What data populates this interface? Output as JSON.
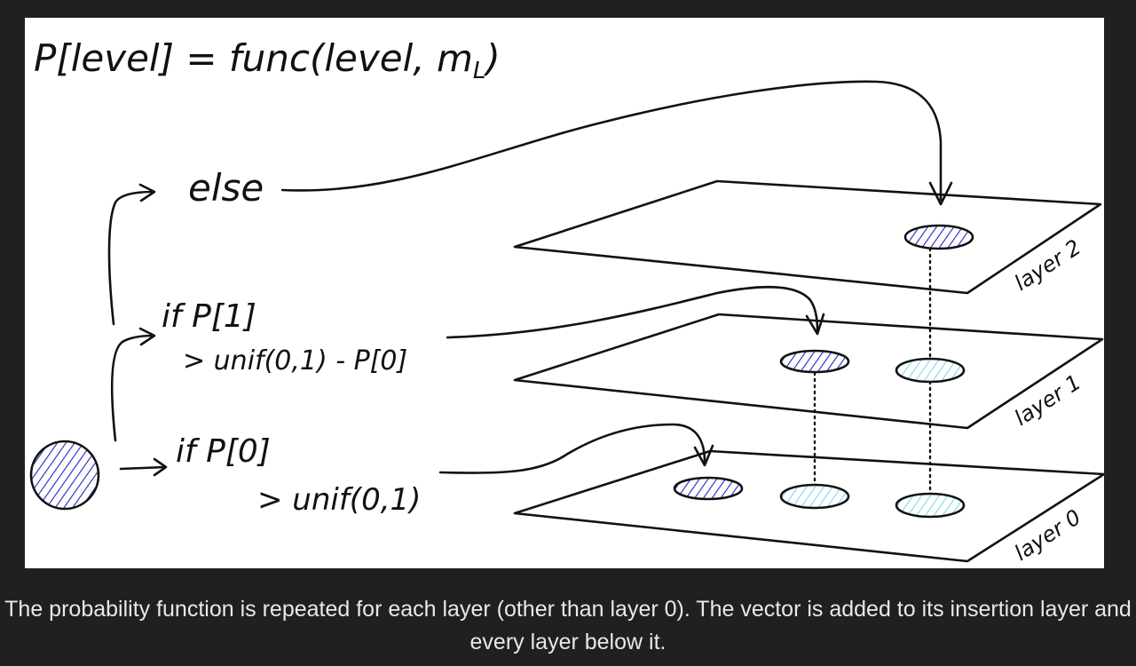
{
  "diagram": {
    "formula": "P[level] = func(level, m",
    "formula_subscript": "L",
    "formula_close": ")",
    "branch_else": "else",
    "branch_if_p1_line1": "if P[1]",
    "branch_if_p1_line2": "> unif(0,1) - P[0]",
    "branch_if_p0_line1": "if P[0]",
    "branch_if_p0_line2": "> unif(0,1)",
    "layers": [
      "layer 2",
      "layer 1",
      "layer 0"
    ]
  },
  "caption": "The probability function is repeated for each layer (other than layer 0). The vector is added to its insertion layer and every layer below it.",
  "colors": {
    "background": "#202020",
    "canvas": "#ffffff",
    "ink": "#111111",
    "inserted_node_hatch": "#2424c8",
    "copied_node_hatch": "#7fd8ec",
    "caption_text": "#e8e8e8"
  }
}
